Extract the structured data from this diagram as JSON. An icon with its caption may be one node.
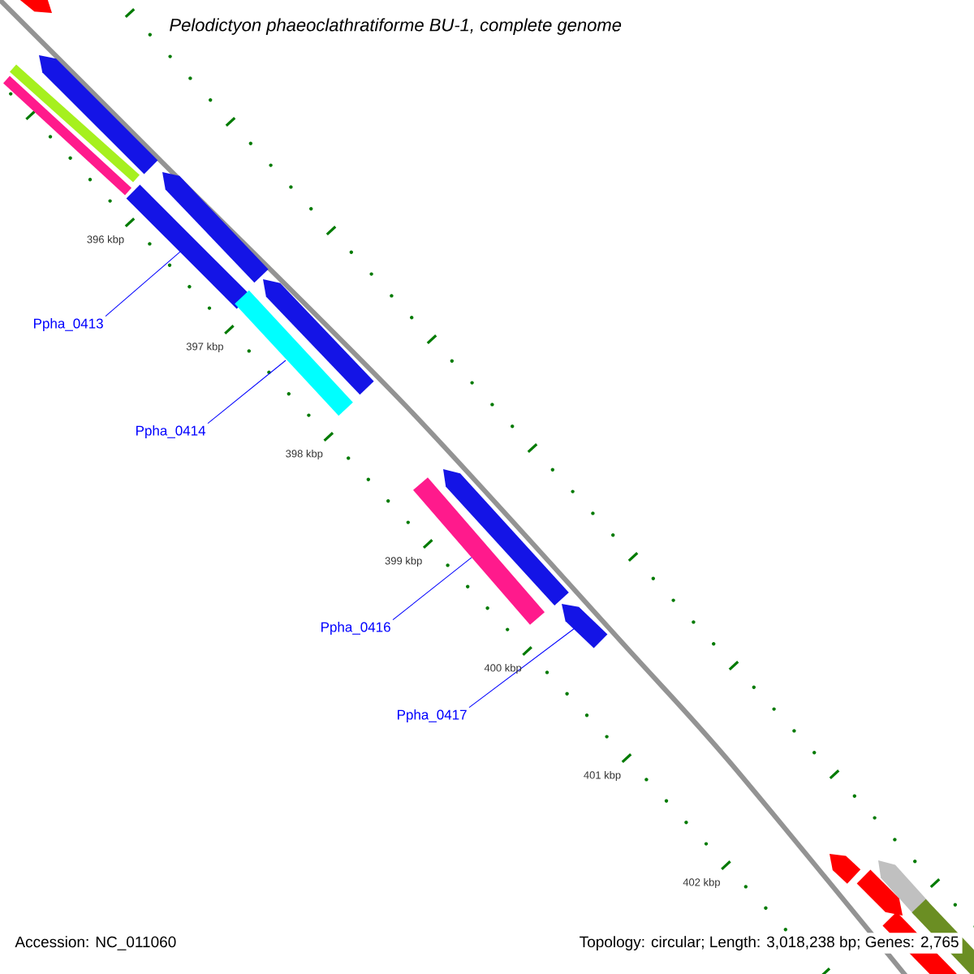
{
  "diagram": {
    "title": "Pelodictyon phaeoclathratiforme BU-1, complete genome",
    "nodes": [
      {
        "text": [
          "Ppha_0413"
        ]
      },
      {
        "text": [
          "Ppha_0414"
        ]
      },
      {
        "text": [
          "Ppha_0416"
        ]
      },
      {
        "text": [
          "Ppha_0417"
        ]
      },
      {
        "text": [],
        "shape": "bar"
      },
      {
        "text": [],
        "shape": "bar"
      },
      {
        "text": [],
        "shape": "bar"
      },
      {
        "text": [],
        "shape": "bar"
      },
      {
        "text": [],
        "shape": "bar"
      },
      {
        "text": [],
        "shape": "bar"
      },
      {
        "text": [],
        "shape": "bar"
      },
      {
        "text": [],
        "shape": "bar"
      },
      {
        "text": [],
        "shape": "bar"
      },
      {
        "text": [],
        "shape": "bar"
      },
      {
        "text": [],
        "shape": "bar"
      },
      {
        "text": [],
        "shape": "bar"
      },
      {
        "text": [],
        "shape": "bar"
      },
      {
        "text": [],
        "shape": "bar"
      },
      {
        "text": [],
        "shape": "bar"
      },
      {
        "text": [],
        "shape": "bar"
      }
    ],
    "edges": [
      {
        "from": 0,
        "to": 8,
        "arrow": "none"
      },
      {
        "from": 1,
        "to": 10,
        "arrow": "none"
      },
      {
        "from": 2,
        "to": 12,
        "arrow": "none"
      },
      {
        "from": 3,
        "to": 14,
        "arrow": "none"
      }
    ],
    "labels": [
      "396 kbp",
      "397 kbp",
      "398 kbp",
      "399 kbp",
      "400 kbp",
      "401 kbp",
      "402 kbp",
      "Accession: NC_011060",
      "Topology: circular; Length: 3,018,238 bp; Genes: 2,765"
    ]
  }
}
